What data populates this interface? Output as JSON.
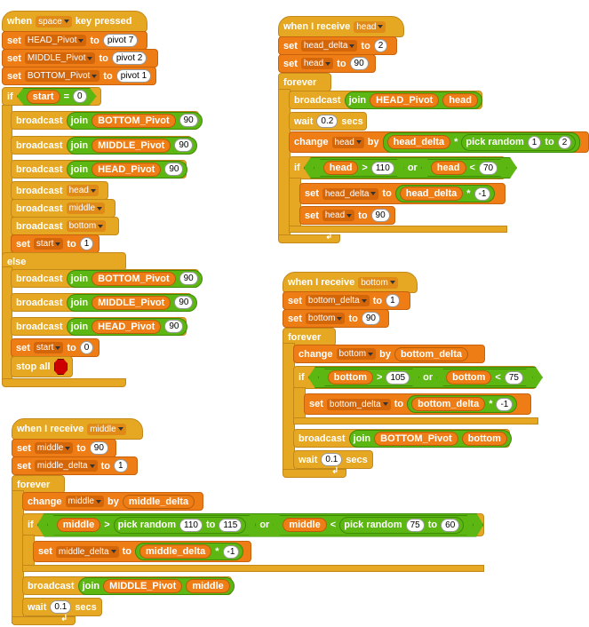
{
  "script1": {
    "hat_when": "when",
    "hat_key": "space",
    "hat_rest": "key pressed",
    "set": "set",
    "to": "to",
    "vars": [
      "HEAD_Pivot",
      "MIDDLE_Pivot",
      "BOTTOM_Pivot"
    ],
    "vals": [
      "pivot 7",
      "pivot 2",
      "pivot 1"
    ],
    "if_label": "if",
    "start_var": "start",
    "eq": "=",
    "zero": "0",
    "broadcast": "broadcast",
    "join": "join",
    "b_pivots": [
      "BOTTOM_Pivot",
      "MIDDLE_Pivot",
      "HEAD_Pivot"
    ],
    "ninety": "90",
    "msgs": [
      "head",
      "middle",
      "bottom"
    ],
    "one": "1",
    "else_label": "else",
    "stop_label": "stop all"
  },
  "script2": {
    "hat": "when I receive",
    "msg": "head",
    "delta": "head_delta",
    "var": "head",
    "two": "2",
    "ninety": "90",
    "forever": "forever",
    "pivot": "HEAD_Pivot",
    "wait": "wait",
    "wait_val": "0.2",
    "secs": "secs",
    "change": "change",
    "by": "by",
    "times": "*",
    "pick": "pick random",
    "one": "1",
    "to_kw": "to",
    "gt": ">",
    "lt": "<",
    "or": "or",
    "hi": "110",
    "lo": "70",
    "neg": "-1"
  },
  "script3": {
    "hat": "when I receive",
    "msg": "bottom",
    "delta": "bottom_delta",
    "var": "bottom",
    "one": "1",
    "ninety": "90",
    "forever": "forever",
    "pivot": "BOTTOM_Pivot",
    "hi": "105",
    "lo": "75",
    "neg": "-1",
    "wait_val": "0.1",
    "secs": "secs"
  },
  "script4": {
    "hat": "when I receive",
    "msg": "middle",
    "delta": "middle_delta",
    "var": "middle",
    "ninety": "90",
    "one": "1",
    "forever": "forever",
    "pivot": "MIDDLE_Pivot",
    "pick": "pick random",
    "a1": "110",
    "a2": "115",
    "b1": "75",
    "b2": "60",
    "neg": "-1",
    "wait_val": "0.1",
    "secs": "secs"
  },
  "colors": {
    "control": "#e6a822",
    "variable": "#ee7d16",
    "operator": "#5cb712"
  }
}
